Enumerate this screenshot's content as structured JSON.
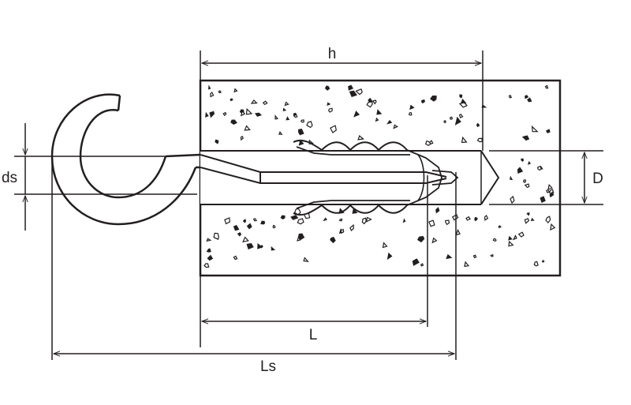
{
  "labels": {
    "h": "h",
    "D": "D",
    "ds": "ds",
    "L": "L",
    "Ls": "Ls"
  },
  "colors": {
    "line": "#231f20",
    "background": "#ffffff"
  }
}
